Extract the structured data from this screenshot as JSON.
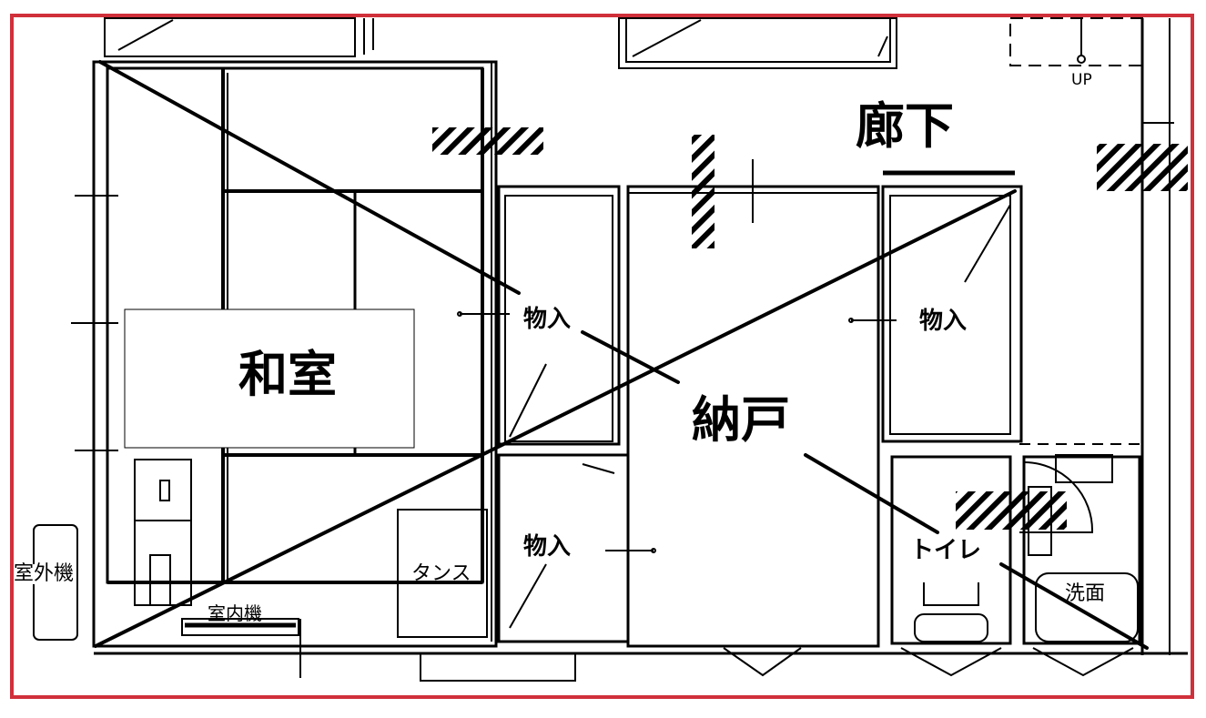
{
  "plan": {
    "rooms": {
      "washitsu": "和室",
      "nando": "納戸",
      "rouka": "廊下",
      "toilet": "トイレ",
      "senmen": "洗面"
    },
    "storage": [
      "物入",
      "物入",
      "物入"
    ],
    "furniture": {
      "tansu": "タンス",
      "outdoor_unit": "室外機",
      "indoor_unit": "室内機"
    },
    "stairs_label": "UP",
    "border_color": "#d0303a"
  }
}
